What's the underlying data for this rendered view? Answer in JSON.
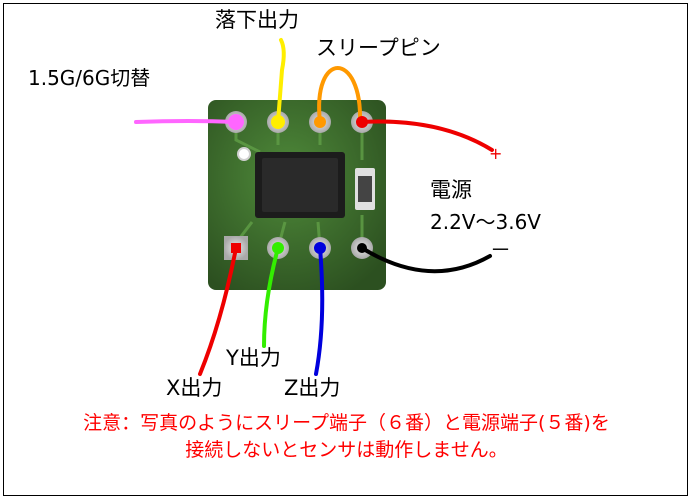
{
  "labels": {
    "fall_output": "落下出力",
    "sleep_pin": "スリープピン",
    "range_select": "1.5G/6G切替",
    "plus": "+",
    "power_title": "電源",
    "power_range": "2.2V～3.6V",
    "minus": "－",
    "y_output": "Y出力",
    "x_output": "X出力",
    "z_output": "Z出力"
  },
  "notice": {
    "line1": "注意：写真のようにスリープ端子（６番）と電源端子(５番)を",
    "line2": "接続しないとセンサは動作しません。"
  },
  "colors": {
    "magenta": "#ff66ff",
    "yellow": "#ffee00",
    "orange": "#ff9900",
    "red": "#ee0000",
    "green": "#33ee00",
    "blue": "#0000dd",
    "black": "#000000",
    "pcb": "#3d6b2e",
    "warning_text": "#ff0000"
  }
}
